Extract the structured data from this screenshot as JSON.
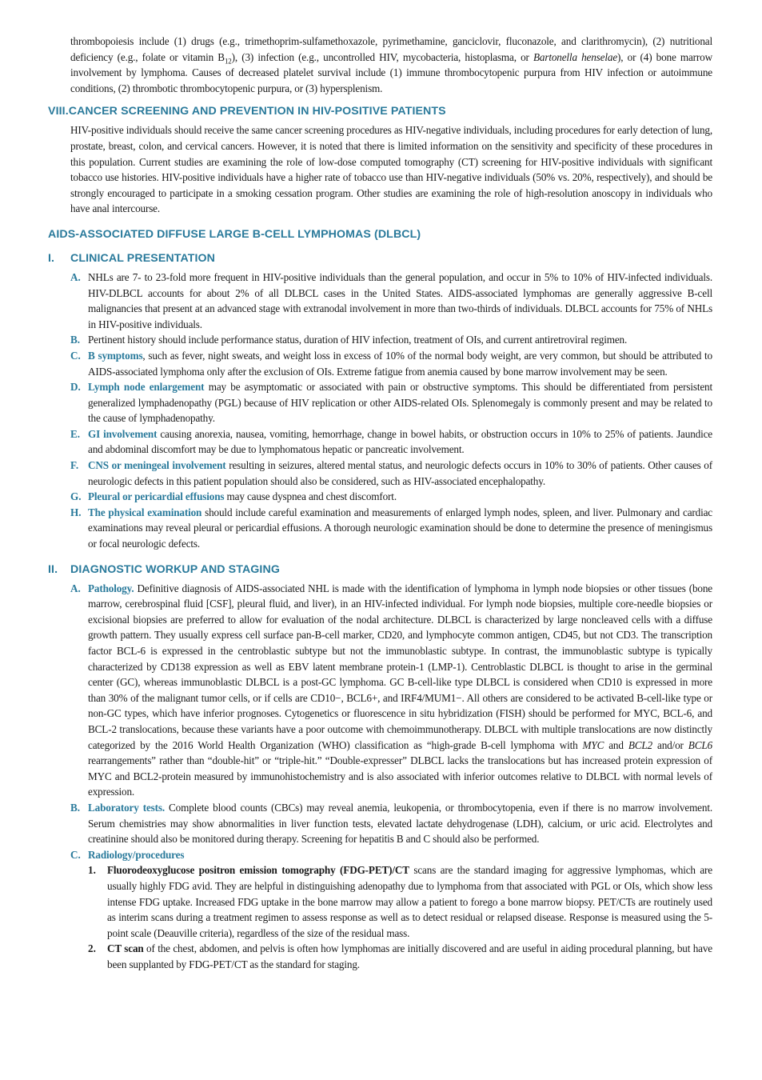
{
  "intro": {
    "text_a": "thrombopoiesis include (1) drugs (e.g., trimethoprim-sulfamethoxazole, pyrimethamine, ganciclovir, fluconazole, and clarithromycin), (2) nutritional deficiency (e.g., folate or vitamin B",
    "sub_12": "12",
    "text_b": "), (3) infection (e.g., uncontrolled HIV, mycobacteria, histoplasma, or ",
    "italic_bartonella": "Bartonella henselae",
    "text_c": "), or (4) bone marrow involvement by lymphoma. Causes of decreased platelet survival include (1) immune thrombocytopenic purpura from HIV infection or autoimmune conditions, (2) thrombotic thrombocytopenic purpura, or (3) hypersplenism."
  },
  "section_viii": {
    "number": "VIII.",
    "title": "CANCER SCREENING AND PREVENTION IN HIV-POSITIVE PATIENTS",
    "body": "HIV-positive individuals should receive the same cancer screening procedures as HIV-negative individuals, including procedures for early detection of lung, prostate, breast, colon, and cervical cancers. However, it is noted that there is limited information on the sensitivity and specificity of these procedures in this population. Current studies are examining the role of low-dose computed tomography (CT) screening for HIV-positive individuals with significant tobacco use histories. HIV-positive individuals have a higher rate of tobacco use than HIV-negative individuals (50% vs. 20%, respectively), and should be strongly encouraged to participate in a smoking cessation program. Other studies are examining the role of high-resolution anoscopy in individuals who have anal intercourse."
  },
  "main_heading": "AIDS-ASSOCIATED DIFFUSE LARGE B-CELL LYMPHOMAS (DLBCL)",
  "section_i": {
    "number": "I.",
    "title": "CLINICAL PRESENTATION",
    "items": [
      {
        "label": "A.",
        "kw": "",
        "text": "NHLs are 7- to 23-fold more frequent in HIV-positive individuals than the general population, and occur in 5% to 10% of HIV-infected individuals. HIV-DLBCL accounts for about 2% of all DLBCL cases in the United States. AIDS-associated lymphomas are generally aggressive B-cell malignancies that present at an advanced stage with extranodal involvement in more than two-thirds of individuals. DLBCL accounts for 75% of NHLs in HIV-positive individuals."
      },
      {
        "label": "B.",
        "kw": "",
        "text": "Pertinent history should include performance status, duration of HIV infection, treatment of OIs, and current antiretroviral regimen."
      },
      {
        "label": "C.",
        "kw": "B symptoms",
        "text": ", such as fever, night sweats, and weight loss in excess of 10% of the normal body weight, are very common, but should be attributed to AIDS-associated lymphoma only after the exclusion of OIs. Extreme fatigue from anemia caused by bone marrow involvement may be seen."
      },
      {
        "label": "D.",
        "kw": "Lymph node enlargement",
        "text": " may be asymptomatic or associated with pain or obstructive symptoms. This should be differentiated from persistent generalized lymphadenopathy (PGL) because of HIV replication or other AIDS-related OIs. Splenomegaly is commonly present and may be related to the cause of lymphadenopathy."
      },
      {
        "label": "E.",
        "kw": "GI involvement",
        "text": " causing anorexia, nausea, vomiting, hemorrhage, change in bowel habits, or obstruction occurs in 10% to 25% of patients. Jaundice and abdominal discomfort may be due to lymphomatous hepatic or pancreatic involvement."
      },
      {
        "label": "F.",
        "kw": "CNS or meningeal involvement",
        "text": " resulting in seizures, altered mental status, and neurologic defects occurs in 10% to 30% of patients. Other causes of neurologic defects in this patient population should also be considered, such as HIV-associated encephalopathy."
      },
      {
        "label": "G.",
        "kw": "Pleural or pericardial effusions",
        "text": " may cause dyspnea and chest discomfort."
      },
      {
        "label": "H.",
        "kw": "The physical examination",
        "text": " should include careful examination and measurements of enlarged lymph nodes, spleen, and liver. Pulmonary and cardiac examinations may reveal pleural or pericardial effusions. A thorough neurologic examination should be done to determine the presence of meningismus or focal neurologic defects."
      }
    ]
  },
  "section_ii": {
    "number": "II.",
    "title": "DIAGNOSTIC WORKUP AND STAGING",
    "a": {
      "label": "A.",
      "kw": "Pathology.",
      "text_1": " Definitive diagnosis of AIDS-associated NHL is made with the identification of lymphoma in lymph node biopsies or other tissues (bone marrow, cerebrospinal fluid [CSF], pleural fluid, and liver), in an HIV-infected individual. For lymph node biopsies, multiple core-needle biopsies or excisional biopsies are preferred to allow for evaluation of the nodal architecture. DLBCL is characterized by large noncleaved cells with a diffuse growth pattern. They usually express cell surface pan-B-cell marker, CD20, and lymphocyte common antigen, CD45, but not CD3. The transcription factor BCL-6 is expressed in the centroblastic subtype but not the immunoblastic subtype. In contrast, the immunoblastic subtype is typically characterized by CD138 expression as well as EBV latent membrane protein-1 (LMP-1). Centroblastic DLBCL is thought to arise in the germinal center (GC), whereas immunoblastic DLBCL is a post-GC lymphoma. GC B-cell-like type DLBCL is considered when CD10 is expressed in more than 30% of the malignant tumor cells, or if cells are CD10−, BCL6+, and IRF4/MUM1−. All others are considered to be activated B-cell-like type or non-GC types, which have inferior prognoses. Cytogenetics or fluorescence in situ hybridization (FISH) should be performed for MYC, BCL-6, and BCL-2 translocations, because these variants have a poor outcome with chemoimmunotherapy. DLBCL with multiple translocations are now distinctly categorized by the 2016 World Health Organization (WHO) classification as “high-grade B-cell lymphoma with ",
      "it_myc": "MYC",
      "text_2": " and ",
      "it_bcl2": "BCL2",
      "text_3": " and/or ",
      "it_bcl6": "BCL6",
      "text_4": " rearrangements” rather than “double-hit” or “triple-hit.” “Double-expresser” DLBCL lacks the translocations but has increased protein expression of MYC and BCL2-protein measured by immunohistochemistry and is also associated with inferior outcomes relative to DLBCL with normal levels of expression."
    },
    "b": {
      "label": "B.",
      "kw": "Laboratory tests.",
      "text": " Complete blood counts (CBCs) may reveal anemia, leukopenia, or thrombocytopenia, even if there is no marrow involvement. Serum chemistries may show abnormalities in liver function tests, elevated lactate dehydrogenase (LDH), calcium, or uric acid. Electrolytes and creatinine should also be monitored during therapy. Screening for hepatitis B and C should also be performed."
    },
    "c": {
      "label": "C.",
      "kw": "Radiology/procedures",
      "items": [
        {
          "label": "1.",
          "kw": "Fluorodeoxyglucose positron emission tomography (FDG-PET)/CT",
          "text": " scans are the standard imaging for aggressive lymphomas, which are usually highly FDG avid. They are helpful in distinguishing adenopathy due to lymphoma from that associated with PGL or OIs, which show less intense FDG uptake. Increased FDG uptake in the bone marrow may allow a patient to forego a bone marrow biopsy. PET/CTs are routinely used as interim scans during a treatment regimen to assess response as well as to detect residual or relapsed disease. Response is measured using the 5-point scale (Deauville criteria), regardless of the size of the residual mass."
        },
        {
          "label": "2.",
          "kw": "CT scan",
          "text": " of the chest, abdomen, and pelvis is often how lymphomas are initially discovered and are useful in aiding procedural planning, but have been supplanted by FDG-PET/CT as the standard for staging."
        }
      ]
    }
  },
  "colors": {
    "heading": "#2a7a9b",
    "text": "#1a1a1a"
  }
}
